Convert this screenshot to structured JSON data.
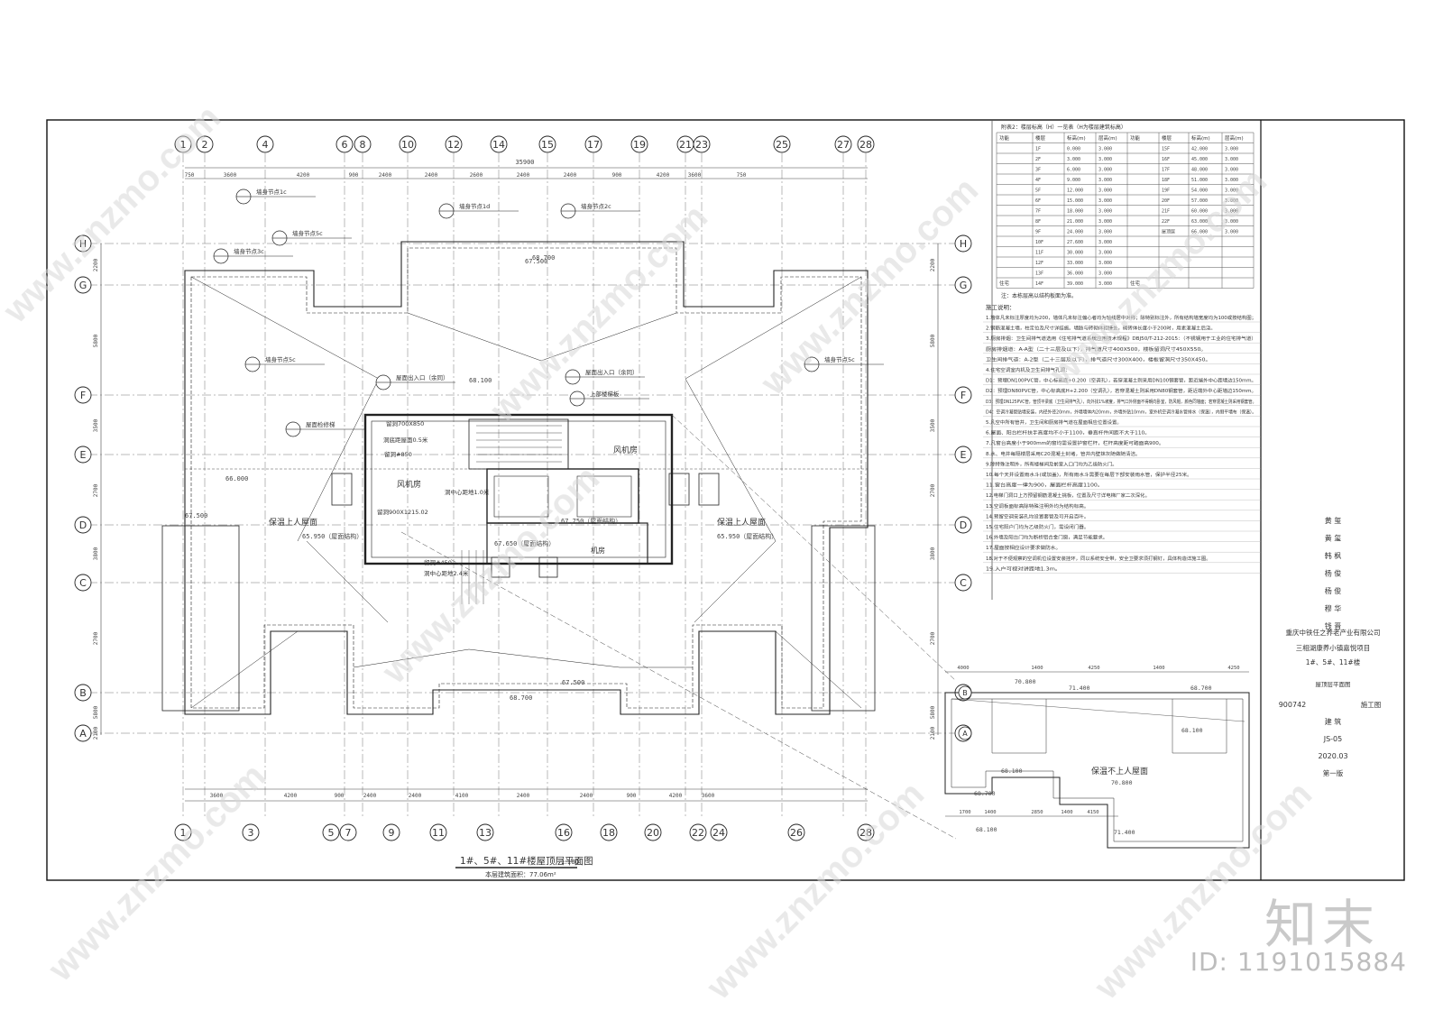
{
  "drawing": {
    "title": "1#、5#、11#楼屋顶层平面图",
    "scale": "1:100",
    "area_note": "本层建筑面积：77.06m²",
    "overall_dim": "35900",
    "axes_top": [
      "1",
      "2",
      "4",
      "6",
      "8",
      "10",
      "12",
      "14",
      "15",
      "17",
      "19",
      "21",
      "23",
      "25",
      "27",
      "28"
    ],
    "axes_bottom": [
      "1",
      "3",
      "5",
      "7",
      "9",
      "11",
      "13",
      "16",
      "18",
      "20",
      "22",
      "24",
      "26",
      "28"
    ],
    "axes_side": [
      "H",
      "G",
      "F",
      "E",
      "D",
      "C",
      "B",
      "A"
    ],
    "dims_top": [
      "750",
      "3600",
      "4200",
      "900",
      "2400",
      "2400",
      "2600",
      "2400",
      "2400",
      "900",
      "4200",
      "3600",
      "750"
    ],
    "dims_bottom": [
      "3600",
      "4200",
      "900",
      "2400",
      "2400",
      "4100",
      "2400",
      "2400",
      "900",
      "4200",
      "3600"
    ],
    "dims_side": [
      "2200",
      "5800",
      "3500",
      "2700",
      "3800",
      "2700",
      "5800",
      "2100"
    ],
    "rooms": [
      "风机房",
      "风机房",
      "机房",
      "保温上人屋面",
      "保温上人屋面"
    ],
    "elevations": [
      "68.700",
      "67.500",
      "68.100",
      "66.000",
      "67.500",
      "67.750（屋面结构）",
      "65.950（屋面结构）",
      "65.950（屋面结构）",
      "67.650（屋面结构）",
      "68.700",
      "67.500"
    ],
    "callouts": [
      "墙身节点1c",
      "墙身节点1d",
      "墙身节点2c",
      "墙身节点5c",
      "墙身节点3c",
      "墙身节点5c",
      "墙身节点5c",
      "屋面出入口（余同）",
      "屋面出入口（余同）",
      "上部楼梯板",
      "屋面检修梯"
    ],
    "labels": [
      "留洞700X850",
      "洞底距屋面0.5米",
      "留洞#850",
      "洞中心距地1.0米",
      "留洞#450",
      "洞中心距地2.4米",
      "留洞900X1215.02"
    ]
  },
  "inset": {
    "section_axes": [
      "B",
      "A"
    ],
    "dims": [
      "4000",
      "1400",
      "4250",
      "1400",
      "4250"
    ],
    "bottom_dims": [
      "1700",
      "1400",
      "2850",
      "1400",
      "4150"
    ],
    "room": "保温不上人屋面",
    "elevations": [
      "70.800",
      "71.400",
      "68.700",
      "68.100",
      "68.100",
      "68.700",
      "70.800",
      "71.400",
      "68.100"
    ]
  },
  "notes": {
    "table_title": "附表2：楼层标高（H）一览表（H为楼层建筑标高）",
    "headers": [
      "功能",
      "楼层",
      "标高(m)",
      "层高(m)",
      "功能",
      "楼层",
      "标高(m)",
      "层高(m)"
    ],
    "rows_left": [
      [
        "1F",
        "0.000",
        "3.000"
      ],
      [
        "2F",
        "3.000",
        "3.000"
      ],
      [
        "3F",
        "6.000",
        "3.000"
      ],
      [
        "4F",
        "9.000",
        "3.000"
      ],
      [
        "5F",
        "12.000",
        "3.000"
      ],
      [
        "6F",
        "15.000",
        "3.000"
      ],
      [
        "7F",
        "18.000",
        "3.000"
      ],
      [
        "8F",
        "21.000",
        "3.000"
      ],
      [
        "9F",
        "24.000",
        "3.000"
      ],
      [
        "10F",
        "27.600",
        "3.000"
      ],
      [
        "11F",
        "30.000",
        "3.000"
      ],
      [
        "12F",
        "33.000",
        "3.000"
      ],
      [
        "13F",
        "36.000",
        "3.000"
      ],
      [
        "14F",
        "39.000",
        "3.000"
      ]
    ],
    "rows_right": [
      [
        "15F",
        "42.000",
        "3.000"
      ],
      [
        "16F",
        "45.000",
        "3.000"
      ],
      [
        "17F",
        "48.000",
        "3.000"
      ],
      [
        "18F",
        "51.000",
        "3.000"
      ],
      [
        "19F",
        "54.000",
        "3.000"
      ],
      [
        "20F",
        "57.000",
        "3.000"
      ],
      [
        "21F",
        "60.000",
        "3.000"
      ],
      [
        "22F",
        "63.000",
        "3.000"
      ],
      [
        "屋顶层",
        "66.000",
        "3.000"
      ]
    ],
    "func_left": "住宅",
    "func_right": "住宅",
    "table_note": "注：本栋层高以结构板面为准。",
    "heading": "施工说明：",
    "items": [
      "1.墙体凡未标注厚度均为200，墙体凡未标注偏心者均为轴线居中对称；除特别标注外，所有结构墙宽度均为100或按结构图；",
      "2.钢筋混凝土墙，柱定位及尺寸详结施。墙肢与砖砌体相接处，砌砖体长度小于200时，用素混凝土后浇。",
      "3.厨房排烟：卫生间排气道选用《住宅排气道系统应用技术规程》DBJ50/T-212-2015：（不锈钢用于工业的住宅排气道）",
      "厨房排烟道：A-A型（二十三层及以下），排气道尺寸400X500，楼板留洞尺寸450X550。",
      "卫生间排气道：A-2型（二十三层及以下），排气道尺寸300X400，楼板留洞尺寸350X450。",
      "4.住宅空调室内机及卫生间排气孔洞：",
      "D1：预埋DN100PVC管，中心标高底+0.200（空调孔），若穿混凝土则采用DN100钢套管，距近端外中心距墙边150mm。",
      "D2：预埋DN80PVC管，中心标高底H+2.200（空调孔），若穿混凝土则采用DN80钢套管，距近端外中心距墙边150mm。",
      "D3：预埋DN125PVC管，管顶平梁底（卫生间排气孔），向外找1%坡度，排气口外侧面不得朝向卧室，防风帽，颜色同墙面；若穿混凝土则采用钢套管。",
      "D4：空调冷凝管贴墙安装，内径外径20mm，外墙墙体内20mm，外墙外贴10mm，室外机空调冷凝水管排水（保温），内侧平墙布（保温）。",
      "5.凡空中所有管井，卫生间和厨房排气道在屋面相应位置设置。",
      "6.屋面、阳台栏杆扶手高度均不小于1100，垂直杆件间距不大于110。",
      "7.凡窗台高度小于900mm的窗均需设置护窗栏杆，栏杆高度距可踏面高900。",
      "8.水、电井每隔楼层采用C20混凝土封堵，管井内壁抹灰随做随清洁。",
      "9.除特殊注明外，所有楼梯间及前室入口门均为乙级防火门。",
      "10.每个天井设置雨水斗(或加盖)，所有雨水斗需要在每层下部安装雨水管，保护半径25米。",
      "11.窗台高度一律为900，屋面栏杆高度1100。",
      "12.电梯门洞口上方预留钢筋混凝土挑板，位置及尺寸详电梯厂家二次深化。",
      "13.空调板面标高除特殊注明外均为结构标高。",
      "14.预留空调安装孔均设置套管及可开启百叶。",
      "15.住宅阳户门均为乙级防火门，需设闭门器。",
      "16.外墙及阳台门均为断桥铝合金门窗，满足节能要求。",
      "17.屋面按相应设计要求做防水。",
      "18.对于不便观察的空调机位设置安装挂环，同以系统安全带，安全卫要求须打钢钉，具体构造详施工图。",
      "19.入户可视对讲距地1.3m。"
    ]
  },
  "titleblock": {
    "names": [
      "黄 玺",
      "黄 玺",
      "韩 枫",
      "杨 俊",
      "杨 俊",
      "穆 华",
      "钱 晋"
    ],
    "company": "重庆中铁任之养老产业有限公司",
    "project": "三相湖康养小镇嘉悦项目",
    "building": "1#、5#、11#楼",
    "drawing_name": "屋顶层平面图",
    "project_no": "900742",
    "stage": "施工图",
    "discipline": "建 筑",
    "sheet_no": "JS-05",
    "date": "2020.03",
    "version": "第一版"
  },
  "watermark": {
    "text": "www.znzmo.com",
    "brand": "知末",
    "image_id": "ID: 1191015884"
  }
}
